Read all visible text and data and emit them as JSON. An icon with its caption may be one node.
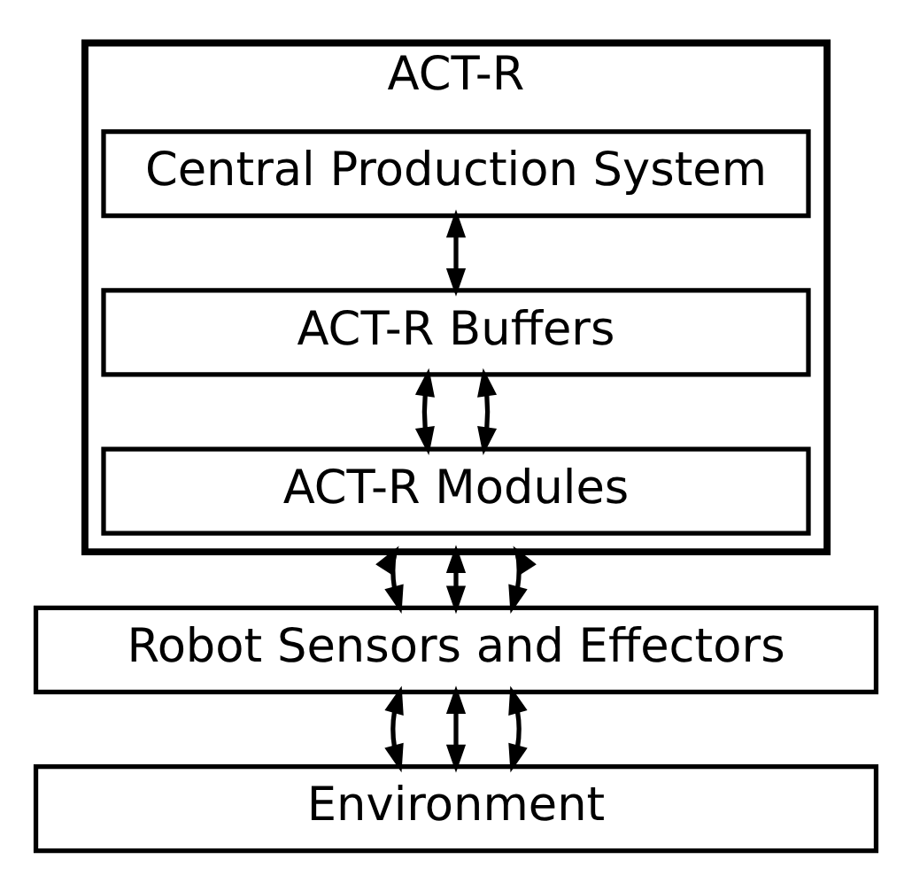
{
  "diagram": {
    "nodes": [
      {
        "text": [
          "ACT-R"
        ]
      },
      {
        "text": [
          "Central Production System"
        ],
        "in": 0
      },
      {
        "text": [
          "ACT-R Buffers"
        ],
        "in": 0
      },
      {
        "text": [
          "ACT-R Modules"
        ],
        "in": 0
      },
      {
        "text": [
          "Robot Sensors and Effectors"
        ]
      },
      {
        "text": [
          "Environment"
        ]
      }
    ],
    "edges": [
      {
        "from": 1,
        "to": 2,
        "arrow": "both"
      },
      {
        "from": 2,
        "to": 3,
        "arrow": "both"
      },
      {
        "from": 2,
        "to": 3,
        "arrow": "both"
      },
      {
        "from": 0,
        "to": 4,
        "arrow": "both"
      },
      {
        "from": 0,
        "to": 4,
        "arrow": "both"
      },
      {
        "from": 0,
        "to": 4,
        "arrow": "both"
      },
      {
        "from": 4,
        "to": 5,
        "arrow": "both"
      },
      {
        "from": 4,
        "to": 5,
        "arrow": "both"
      },
      {
        "from": 4,
        "to": 5,
        "arrow": "both"
      }
    ]
  }
}
